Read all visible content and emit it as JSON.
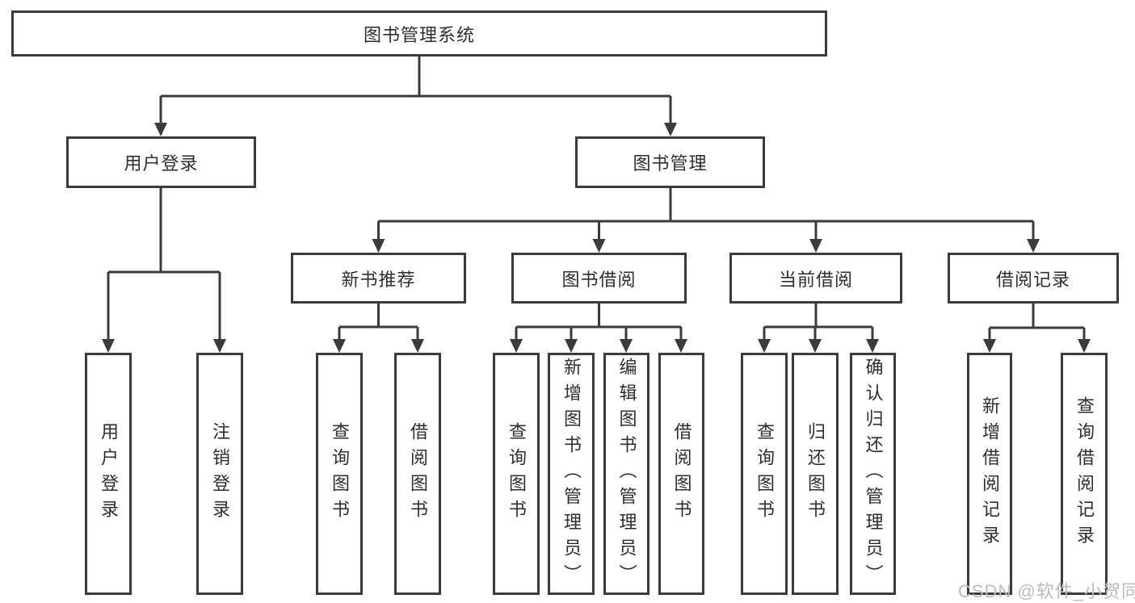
{
  "diagram": {
    "type": "hierarchy-tree",
    "watermark": "CSDN @软件_小贺同学",
    "colors": {
      "line": "#3b3b3b",
      "box_border": "#3b3b3b",
      "text": "#2e2e2e",
      "watermark": "#bcbcbc",
      "background": "#ffffff"
    },
    "tree": {
      "label": "图书管理系统",
      "children": [
        {
          "label": "用户登录",
          "children": [
            {
              "label": "用户登录"
            },
            {
              "label": "注销登录"
            }
          ]
        },
        {
          "label": "图书管理",
          "children": [
            {
              "label": "新书推荐",
              "children": [
                {
                  "label": "查询图书"
                },
                {
                  "label": "借阅图书"
                }
              ]
            },
            {
              "label": "图书借阅",
              "children": [
                {
                  "label": "查询图书"
                },
                {
                  "label": "新增图书（管理员）"
                },
                {
                  "label": "编辑图书（管理员）"
                },
                {
                  "label": "借阅图书"
                }
              ]
            },
            {
              "label": "当前借阅",
              "children": [
                {
                  "label": "查询图书"
                },
                {
                  "label": "归还图书"
                },
                {
                  "label": "确认归还（管理员）"
                }
              ]
            },
            {
              "label": "借阅记录",
              "children": [
                {
                  "label": "新增借阅记录"
                },
                {
                  "label": "查询借阅记录"
                }
              ]
            }
          ]
        }
      ]
    }
  }
}
